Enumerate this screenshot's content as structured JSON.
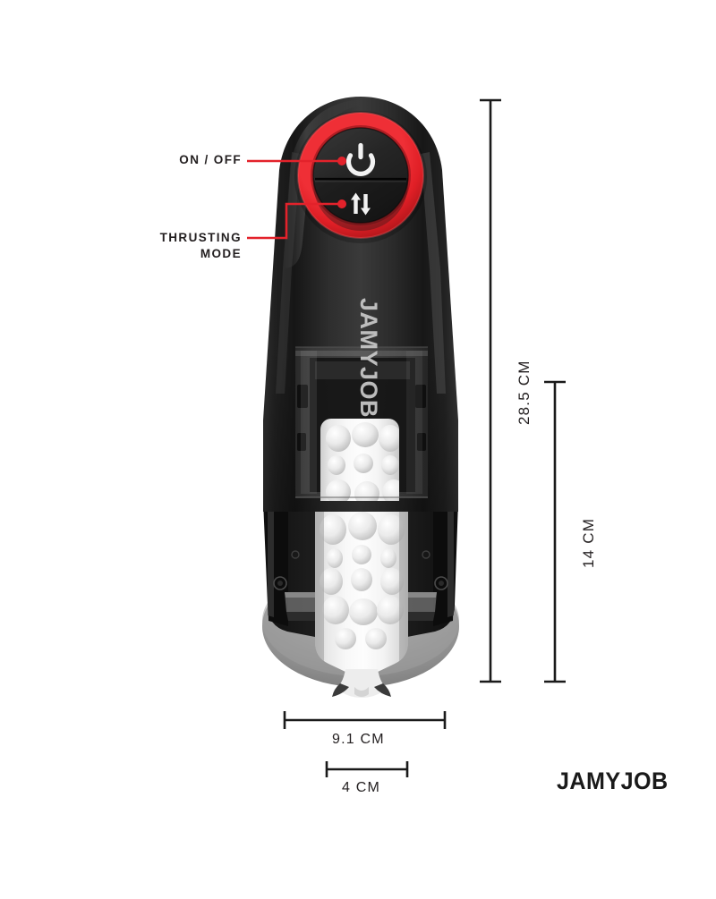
{
  "product": {
    "brand": "JAMYJOB",
    "body_text": "JAMYJOB",
    "colors": {
      "accent_red": "#E3222B",
      "ring_red": "#E22027",
      "body_black": "#1c1c1c",
      "body_dark": "#2b2b2b",
      "sleeve_white": "#f2f2f2",
      "label_dark": "#231f20"
    }
  },
  "callouts": [
    {
      "id": "on-off",
      "label": "ON / OFF",
      "icon": "power-icon"
    },
    {
      "id": "thrusting-mode",
      "label": "THRUSTING\nMODE",
      "icon": "thrusting-arrows-icon"
    }
  ],
  "dimensions": {
    "total_length": "28.5 CM",
    "insertable_length": "14 CM",
    "outer_width": "9.1 CM",
    "inner_width": "4 CM"
  },
  "buttons": {
    "power": {
      "name": "power-button",
      "icon": "power-icon"
    },
    "thrusting": {
      "name": "thrusting-mode-button",
      "icon": "thrusting-arrows-icon"
    }
  }
}
